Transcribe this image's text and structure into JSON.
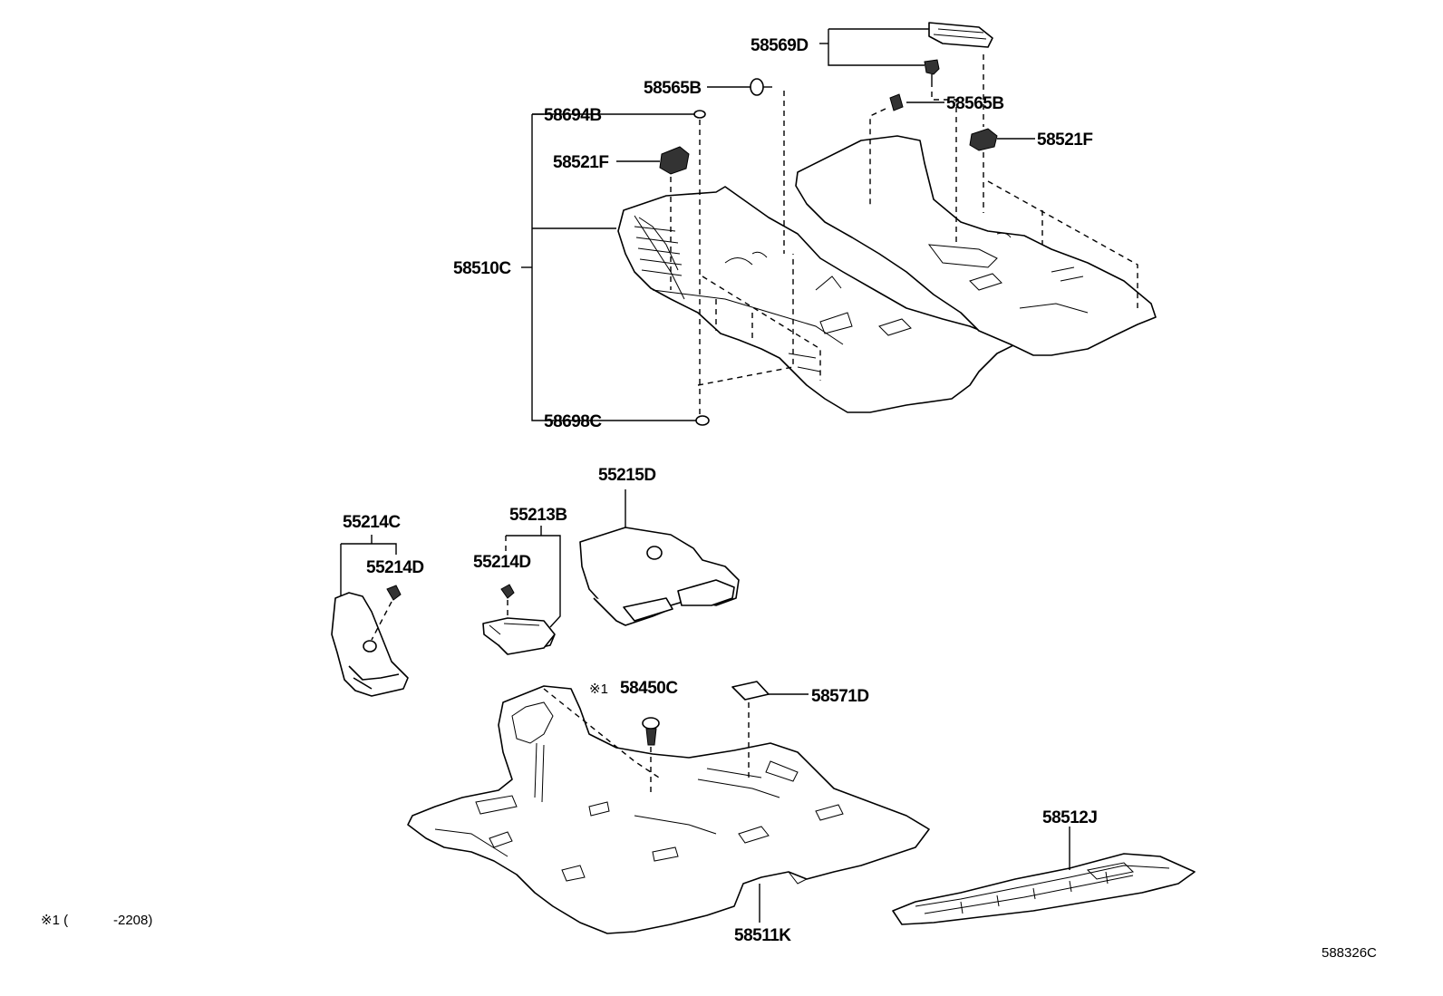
{
  "labels": {
    "p58569D": "58569D",
    "p58565B_left": "58565B",
    "p58565B_right": "58565B",
    "p58694B": "58694B",
    "p58521F_left": "58521F",
    "p58521F_right": "58521F",
    "p58510C": "58510C",
    "p58698C": "58698C",
    "p55215D": "55215D",
    "p55214C": "55214C",
    "p55213B": "55213B",
    "p55214D_left": "55214D",
    "p55214D_right": "55214D",
    "p58450C_mark": "※1",
    "p58450C": "58450C",
    "p58571D": "58571D",
    "p58512J": "58512J",
    "p58511K": "58511K"
  },
  "footnote": {
    "mark": "※1 (",
    "range": "-2208)"
  },
  "diagram_code": "588326C"
}
